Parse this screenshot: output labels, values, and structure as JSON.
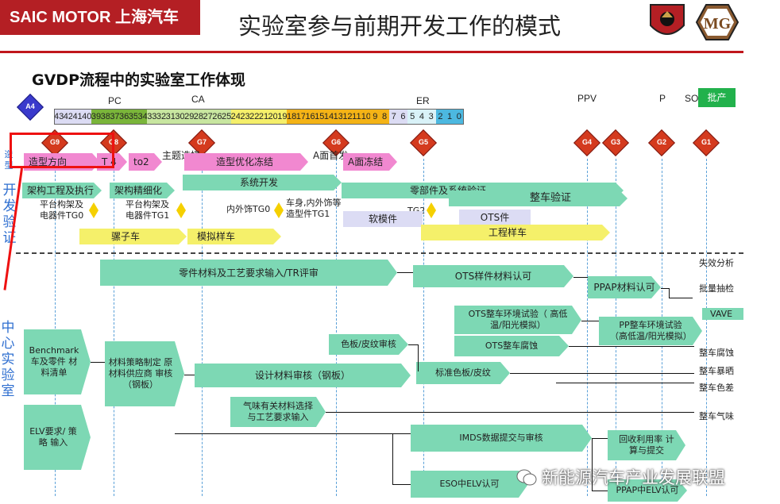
{
  "header": {
    "logo": "SAIC MOTOR 上海汽车",
    "title": "实验室参与前期开发工作的模式"
  },
  "subtitle": "GVDP流程中的实验室工作体现",
  "a4": "A4",
  "milestones": [
    "PC",
    "CA",
    "ER",
    "PPV",
    "P",
    "SOP"
  ],
  "sop_badge": "批产",
  "timeline": [
    "43",
    "42",
    "41",
    "40",
    "39",
    "38",
    "37",
    "36",
    "35",
    "34",
    "33",
    "32",
    "31",
    "30",
    "29",
    "28",
    "27",
    "26",
    "25",
    "24",
    "23",
    "22",
    "21",
    "20",
    "19",
    "18",
    "17",
    "16",
    "15",
    "14",
    "13",
    "12",
    "11",
    "10",
    "9",
    "8",
    "7",
    "6",
    "5",
    "4",
    "3",
    "2",
    "1",
    "0"
  ],
  "gates": [
    "G9",
    "G8",
    "G7",
    "G6",
    "G5",
    "G4",
    "G3",
    "G2",
    "G1"
  ],
  "side_labels": {
    "top_small": "造型",
    "dev": "开发验证",
    "center": "中心实验室"
  },
  "dev": {
    "styling": "造型方向",
    "t4": "T 4",
    "to2": "to2",
    "theme": "主题选择",
    "optimize": "造型优化冻结",
    "a_first": "A面首发",
    "a_freeze": "A面冻结",
    "arch": "架构工程及执行",
    "arch_refine": "架构精细化",
    "system": "系统开发",
    "parts": "零部件及系统验证",
    "vehicle": "整车验证",
    "platform0": "平台构架及电器件TG0",
    "platform1": "平台构架及电器件TG1",
    "interior": "内外饰TG0",
    "body": "车身,内外饰等造型件TG1",
    "soft": "软模件",
    "tg2": "TG2",
    "ots": "OTS件",
    "mule": "骡子车",
    "sim": "模拟样车",
    "eng": "工程样车"
  },
  "lab": {
    "req": "零件材料及工艺要求输入/TR评审",
    "ots_mat": "OTS样件材料认可",
    "ppap": "PPAP材料认可",
    "bench": "Benchmark 车及零件 材料清单",
    "strategy": "材料策略制定 原材料供应商 审核（钢板）",
    "design": "设计材料审核（钢板）",
    "ots_env": "OTS整车环境试验（ 高低温/阳光模拟）",
    "pp_env": "PP整车环境试验 （高低温/阳光模拟）",
    "ots_corr": "OTS整车腐蚀",
    "color": "色板/皮纹审核",
    "std_color": "标准色板/皮纹",
    "odor": "气味有关材料选择 与工艺要求输入",
    "elv": "ELV要求/ 策略 输入",
    "imds": "IMDS数据提交与审核",
    "recycle": "回收利用率 计算与提交",
    "eso": "ESO中ELV认可",
    "ppap_elv": "PPAP中ELV认可"
  },
  "results": [
    "失效分析",
    "批量抽检",
    "VAVE",
    "整车腐蚀",
    "整车暴晒",
    "整车色差",
    "整车气味"
  ],
  "watermark": "新能源汽车产业发展联盟",
  "colors": {
    "brand_red": "#b41f24",
    "gate": "#d43a1e",
    "arrow_green": "#7dd8b4",
    "pink": "#f188d0",
    "yellow": "#f5f06a",
    "highlight": "#ee1111"
  }
}
